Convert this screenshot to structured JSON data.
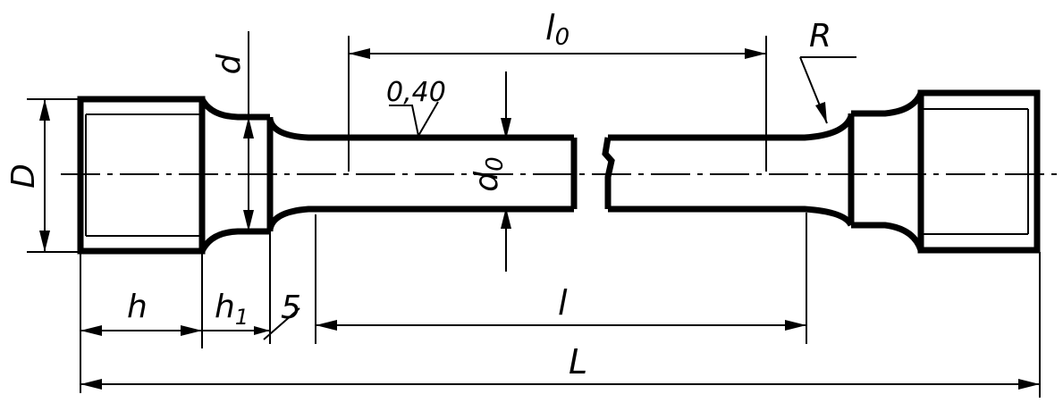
{
  "labels": {
    "D": "D",
    "d": "d",
    "l0_main": "l",
    "l0_sub": "0",
    "R": "R",
    "roughness": "0,40",
    "d0_main": "d",
    "d0_sub": "0",
    "h": "h",
    "h1_main": "h",
    "h1_sub": "1",
    "five": "5",
    "l": "l",
    "L": "L"
  }
}
